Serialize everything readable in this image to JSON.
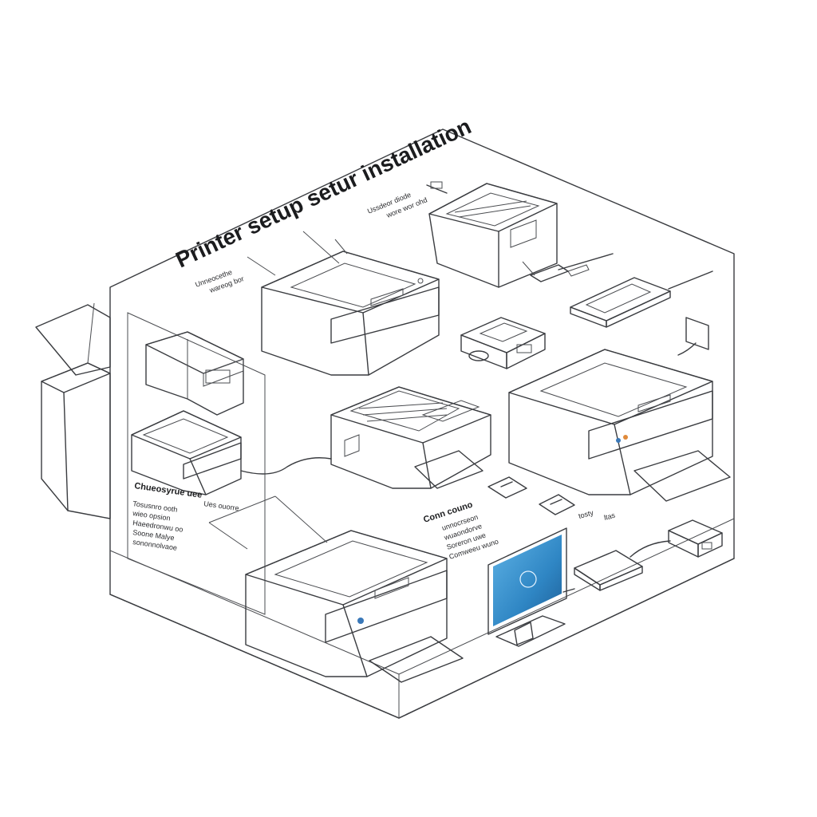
{
  "title": "Printer setup setur installation",
  "labels": {
    "top_left_callout": [
      "Unneocethe",
      "wareog bor"
    ],
    "top_right_callout": [
      "Ussdeor diode",
      "wore wor ohd"
    ],
    "left_panel_heading": "Chueosyrue uee",
    "left_panel_lines": [
      "Tosusnro ooth",
      "wieo opsion",
      "Haeedronwu oo",
      "Soone Malye",
      "sononnolvaoe"
    ],
    "left_panel_note": "Ues ouorre",
    "connect_heading": "Conn couno",
    "connect_lines": [
      "unnocrseon",
      "wuaondorve",
      "Soreron uwe",
      "Comweeu wuno"
    ],
    "small_label_1": "tosty",
    "small_label_2": "ltas"
  },
  "colors": {
    "printer_body": "#c9ccd1",
    "printer_top": "#dfe1e4",
    "printer_dark": "#6f737a",
    "line": "#3a3c40",
    "monitor_screen": "#2f86c4",
    "accent_blue": "#3a78b8",
    "accent_orange": "#e08a3a"
  }
}
